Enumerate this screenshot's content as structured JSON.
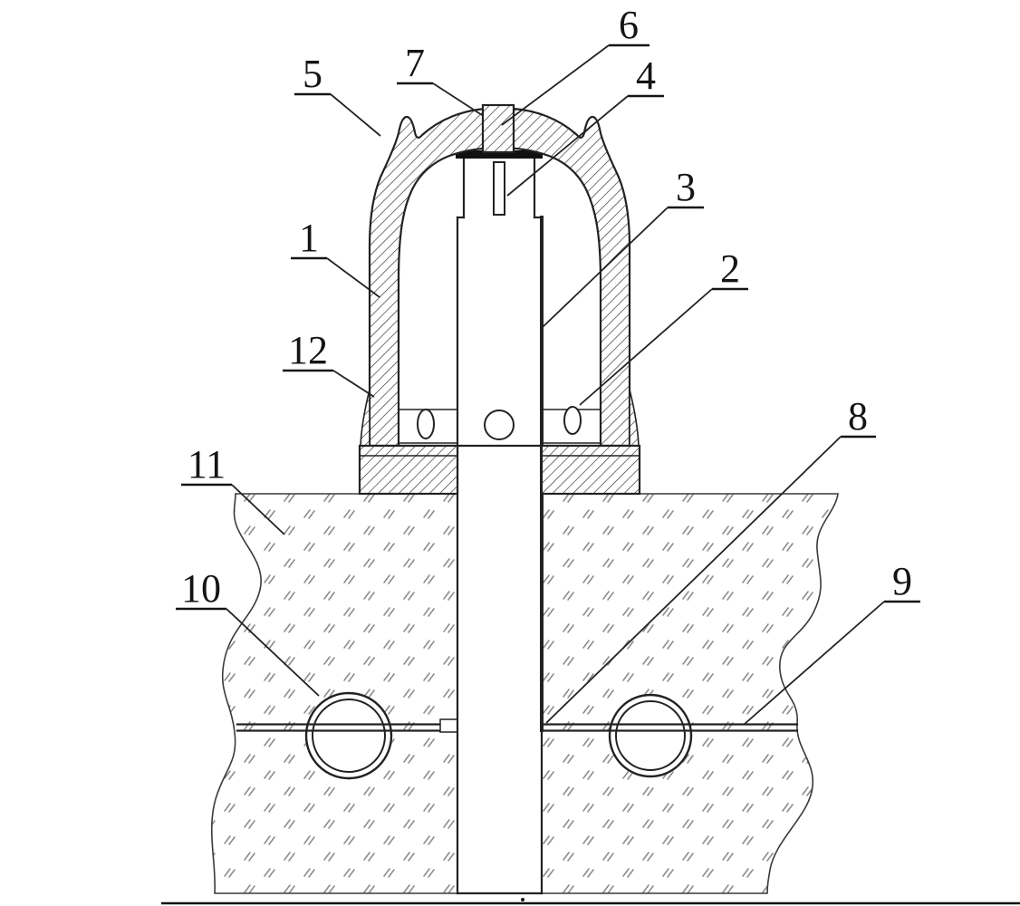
{
  "figure": {
    "background": "#ffffff",
    "line_color": "#222222",
    "hatch_color": "#2b2b2b",
    "soil_mark_color": "#8d8d8d",
    "labels": [
      {
        "text": "1"
      },
      {
        "text": "2"
      },
      {
        "text": "3"
      },
      {
        "text": "4"
      },
      {
        "text": "5"
      },
      {
        "text": "6"
      },
      {
        "text": "7"
      },
      {
        "text": "8"
      },
      {
        "text": "9"
      },
      {
        "text": "10"
      },
      {
        "text": "11"
      },
      {
        "text": "12"
      }
    ]
  }
}
